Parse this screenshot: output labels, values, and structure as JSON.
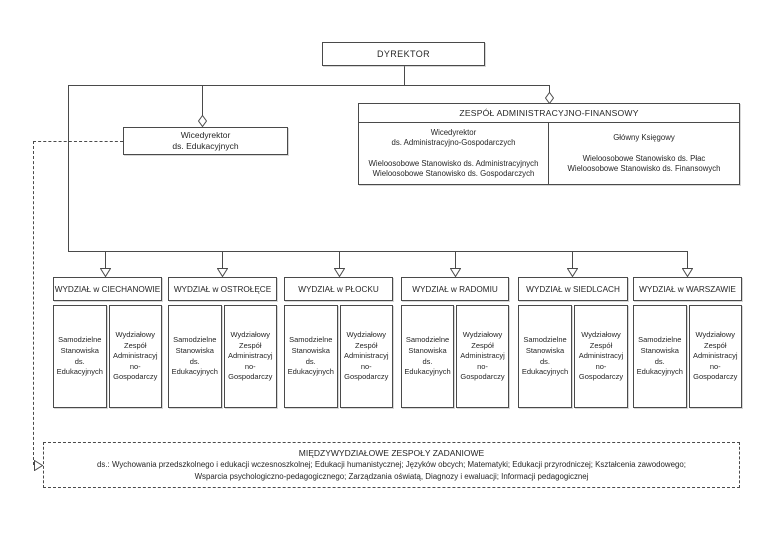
{
  "colors": {
    "line": "#4a4a4a",
    "text": "#262626",
    "background": "#ffffff"
  },
  "org": {
    "dyrektor": "DYREKTOR",
    "wicedyrektor_edukacyjnych": "Wicedyrektor\nds. Edukacyjnych",
    "zespol_administracyjno_finansowy": {
      "title": "ZESPÓŁ ADMINISTRACYJNO-FINANSOWY",
      "left_cell": "Wicedyrektor\nds. Administracyjno-Gospodarczych\n\nWieloosobowe Stanowisko ds. Administracyjnych\nWieloosobowe Stanowisko ds. Gospodarczych",
      "right_cell": "Główny Księgowy\n\nWieloosobowe Stanowisko ds. Płac\nWieloosobowe Stanowisko ds. Finansowych"
    },
    "wydzialy": [
      {
        "title": "WYDZIAŁ w CIECHANOWIE",
        "left_cell": "Samodzielne\nStanowiska\nds.\nEdukacyjnych",
        "right_cell": "Wydziałowy\nZespół\nAdministracyj\nno-\nGospodarczy"
      },
      {
        "title": "WYDZIAŁ w OSTROŁĘCE",
        "left_cell": "Samodzielne\nStanowiska\nds.\nEdukacyjnych",
        "right_cell": "Wydziałowy\nZespół\nAdministracyj\nno-\nGospodarczy"
      },
      {
        "title": "WYDZIAŁ w PŁOCKU",
        "left_cell": "Samodzielne\nStanowiska\nds.\nEdukacyjnych",
        "right_cell": "Wydziałowy\nZespół\nAdministracyj\nno-\nGospodarczy"
      },
      {
        "title": "WYDZIAŁ w RADOMIU",
        "left_cell": "Samodzielne\nStanowiska\nds.\nEdukacyjnych",
        "right_cell": "Wydziałowy\nZespół\nAdministracyj\nno-\nGospodarczy"
      },
      {
        "title": "WYDZIAŁ w SIEDLCACH",
        "left_cell": "Samodzielne\nStanowiska\nds.\nEdukacyjnych",
        "right_cell": "Wydziałowy\nZespół\nAdministracyj\nno-\nGospodarczy"
      },
      {
        "title": "WYDZIAŁ w WARSZAWIE",
        "left_cell": "Samodzielne\nStanowiska\nds.\nEdukacyjnych",
        "right_cell": "Wydziałowy\nZespół\nAdministracyj\nno-\nGospodarczy"
      }
    ],
    "miedzywydzialowe_zespoly": {
      "title": "MIĘDZYWYDZIAŁOWE ZESPOŁY ZADANIOWE",
      "line1": "ds.: Wychowania przedszkolnego i edukacji wczesnoszkolnej; Edukacji humanistycznej; Języków obcych; Matematyki; Edukacji przyrodniczej; Kształcenia zawodowego;",
      "line2": "Wsparcia psychologiczno-pedagogicznego; Zarządzania oświatą, Diagnozy i ewaluacji; Informacji pedagogicznej"
    }
  }
}
